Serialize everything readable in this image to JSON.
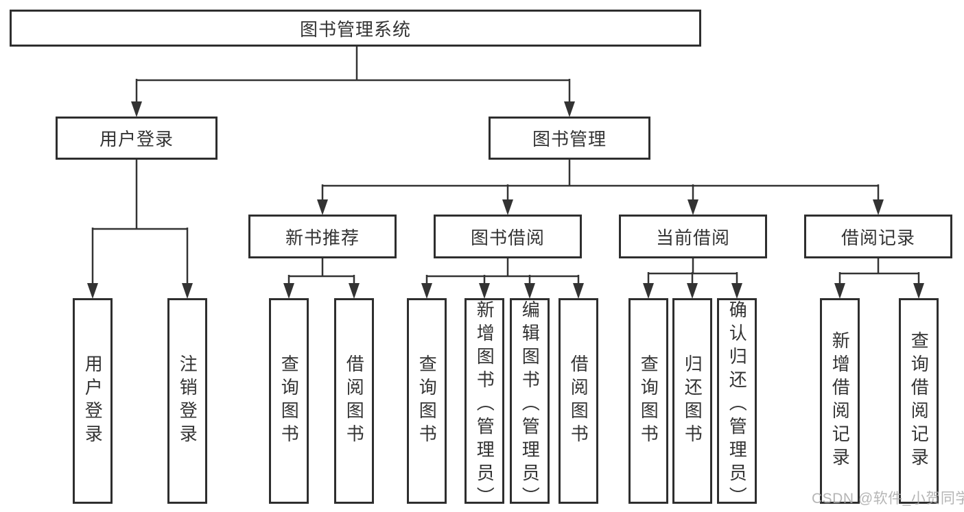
{
  "tree": {
    "label": "图书管理系统",
    "children": [
      {
        "label": "用户登录",
        "children": [
          {
            "label": "用户登录"
          },
          {
            "label": "注销登录"
          }
        ]
      },
      {
        "label": "图书管理",
        "children": [
          {
            "label": "新书推荐",
            "children": [
              {
                "label": "查询图书"
              },
              {
                "label": "借阅图书"
              }
            ]
          },
          {
            "label": "图书借阅",
            "children": [
              {
                "label": "查询图书"
              },
              {
                "label": "新增图书（管理员）"
              },
              {
                "label": "编辑图书（管理员）"
              },
              {
                "label": "借阅图书"
              }
            ]
          },
          {
            "label": "当前借阅",
            "children": [
              {
                "label": "查询图书"
              },
              {
                "label": "归还图书"
              },
              {
                "label": "确认归还（管理员）"
              }
            ]
          },
          {
            "label": "借阅记录",
            "children": [
              {
                "label": "新增借阅记录"
              },
              {
                "label": "查询借阅记录"
              }
            ]
          }
        ]
      }
    ]
  },
  "watermark": {
    "text": "CSDN @软件_小贺同学"
  },
  "colors": {
    "line": "#333333",
    "box_border": "#2e2e2e",
    "text": "#333333",
    "watermark": "#a8a8a8",
    "background": "#ffffff"
  }
}
